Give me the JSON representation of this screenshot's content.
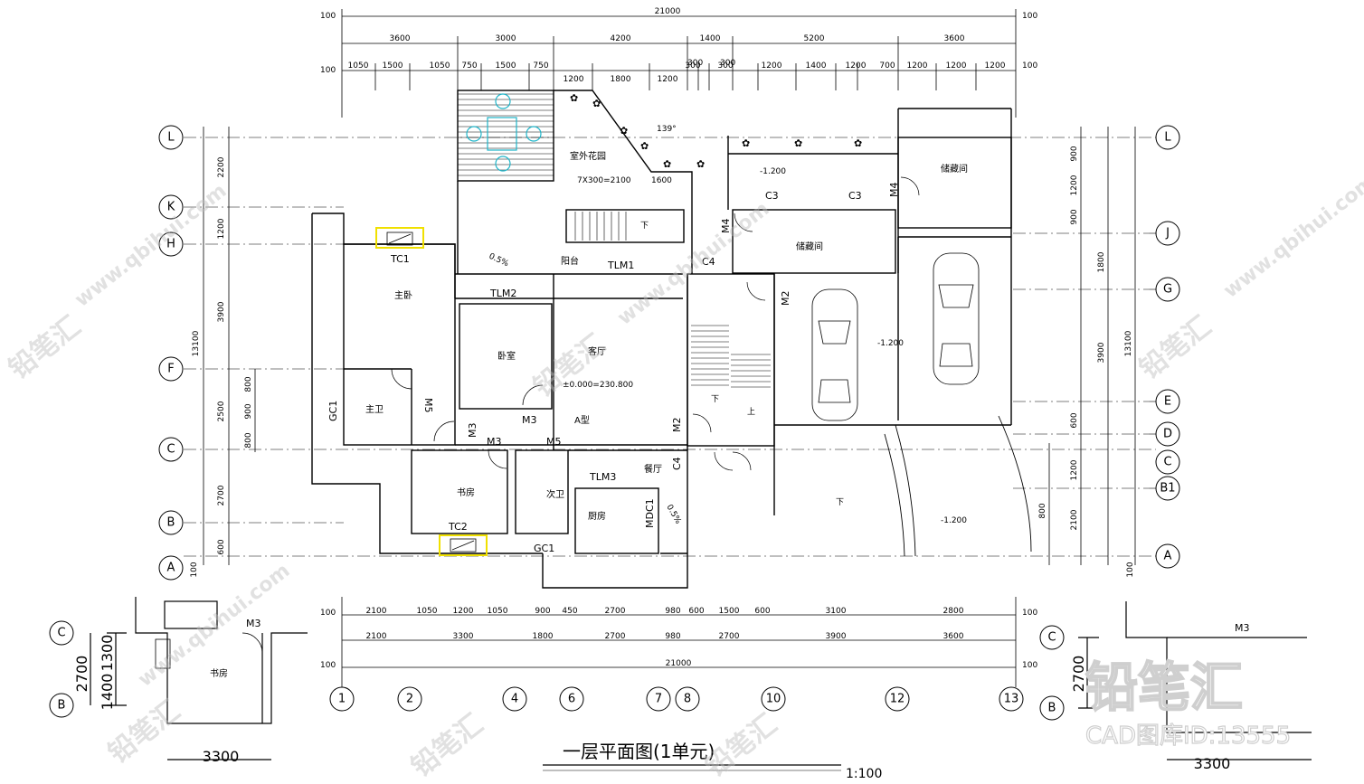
{
  "drawing": {
    "title": "一层平面图(1单元)",
    "scale": "1:100",
    "overall_width": "21000",
    "overall_depth": "13100",
    "top_spans": [
      "3600",
      "3000",
      "4200",
      "1400",
      "5200",
      "3600"
    ],
    "top_sub_spans": [
      "1050",
      "1500",
      "1050",
      "750",
      "1500",
      "750",
      "1200",
      "1800",
      "1200",
      "300",
      "300",
      "1200",
      "1400",
      "1200",
      "700",
      "1200",
      "1200",
      "1200"
    ],
    "bottom_sub_spans": [
      "2100",
      "1050",
      "1200",
      "1050",
      "900",
      "450",
      "2700",
      "980",
      "600",
      "1500",
      "600",
      "3100",
      "2800"
    ],
    "bottom_spans": [
      "2100",
      "3300",
      "1800",
      "2700",
      "980",
      "2700",
      "3900",
      "3600"
    ],
    "left_dims": [
      "2200",
      "1200",
      "3900",
      "2500",
      "2700",
      "600"
    ],
    "left_sub_dims": [
      "800",
      "900",
      "800"
    ],
    "right_dims": [
      "900",
      "1200",
      "900",
      "1800",
      "3900",
      "600",
      "1200",
      "2100",
      "800"
    ],
    "axis_cols": [
      "1",
      "2",
      "4",
      "6",
      "7",
      "8",
      "10",
      "12",
      "13"
    ],
    "axis_rows_left": [
      "L",
      "K",
      "H",
      "F",
      "C",
      "B",
      "A"
    ],
    "axis_rows_right": [
      "L",
      "J",
      "G",
      "E",
      "D",
      "C",
      "B1",
      "A"
    ],
    "detail_rows": [
      "C",
      "B"
    ],
    "detail_dims": [
      "1300",
      "1400",
      "2700",
      "3300"
    ],
    "margin_100": "100"
  },
  "rooms": {
    "garden": "室外花园",
    "master_bed": "主卧",
    "bedroom": "卧室",
    "living": "客厅",
    "master_bath": "主卫",
    "study": "书房",
    "guest_bath": "次卫",
    "kitchen": "厨房",
    "dining": "餐厅",
    "storage1": "储藏间",
    "storage2": "储藏间",
    "balcony": "阳台",
    "unit_type": "A型",
    "detail_study": "书房"
  },
  "labels": {
    "tc1": "TC1",
    "tc2": "TC2",
    "tlm1": "TLM1",
    "tlm2": "TLM2",
    "tlm3": "TLM3",
    "c3a": "C3",
    "c3b": "C3",
    "c4a": "C4",
    "c4b": "C4",
    "m2a": "M2",
    "m2b": "M2",
    "m3a": "M3",
    "m3b": "M3",
    "m3c": "M3",
    "m4a": "M4",
    "m4b": "M4",
    "m5a": "M5",
    "m5b": "M5",
    "gc1a": "GC1",
    "gc1b": "GC1",
    "mdc1": "MDC1",
    "detail_m3a": "M3",
    "detail_m3b": "M3",
    "slope1": "0.5%",
    "slope2": "0.5%",
    "angle": "139°",
    "elev_main": "±0.000=230.800",
    "elev_1": "-1.200",
    "elev_2": "-1.200",
    "elev_3": "-1.200",
    "stair_tread": "7X300=2100",
    "stair_len": "1600",
    "down1": "下",
    "down2": "下",
    "down3": "下",
    "up1": "上",
    "dim_300a": "300",
    "dim_300b": "300"
  },
  "watermark": {
    "logo": "铅笔汇",
    "cad_id": "CAD图库ID:13555",
    "site": "www.qbihui.com"
  }
}
